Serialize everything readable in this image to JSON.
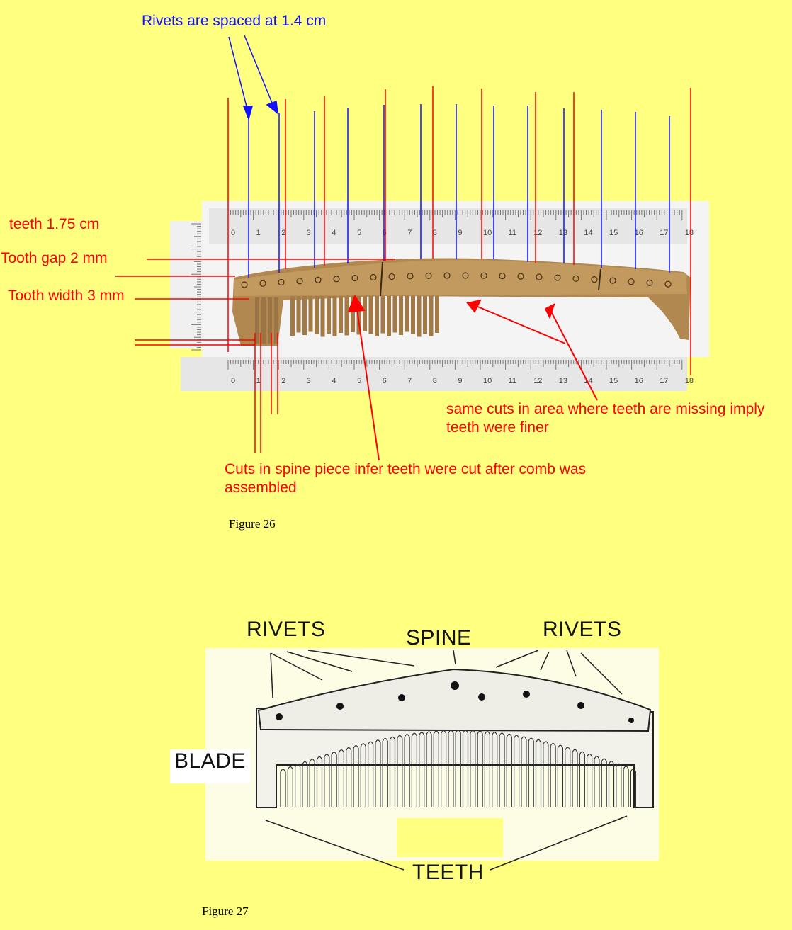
{
  "figure26": {
    "caption": "Figure 26",
    "rivet_note": "Rivets are spaced at 1.4 cm",
    "teeth_length": "teeth 1.75 cm",
    "tooth_gap": "Tooth gap 2 mm",
    "tooth_width": "Tooth width 3 mm",
    "missing_teeth_note": "same cuts in area where teeth are missing imply teeth were finer",
    "spine_cuts_note": "Cuts in spine piece infer teeth were cut after comb was assembled",
    "ruler_labels": [
      "0",
      "1",
      "2",
      "3",
      "4",
      "5",
      "6",
      "7",
      "8",
      "9",
      "10",
      "11",
      "12",
      "13",
      "14",
      "15",
      "16",
      "17",
      "18"
    ],
    "colors": {
      "background": "#ffff80",
      "annotation_red": "#ff0000",
      "annotation_blue": "#1010ff",
      "comb": "#b08850"
    }
  },
  "figure27": {
    "caption": "Figure 27",
    "labels": {
      "rivets_left": "RIVETS",
      "spine": "SPINE",
      "rivets_right": "RIVETS",
      "blade": "BLADE",
      "teeth": "TEETH"
    }
  }
}
